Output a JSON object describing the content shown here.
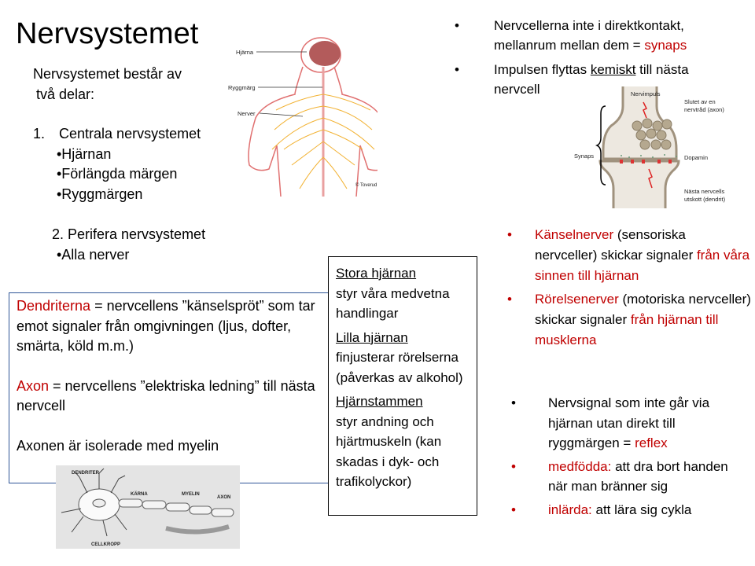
{
  "title": "Nervsystemet",
  "intro": {
    "line1": "Nervsystemet består av",
    "line2": "två delar:",
    "central_number": "1.",
    "central_label": "Centrala nervsystemet",
    "central_items": [
      "•Hjärnan",
      "•Förlängda märgen",
      "•Ryggmärgen"
    ],
    "peripheral_label": "2. Perifera nervsystemet",
    "peripheral_items": [
      "•Alla nerver"
    ]
  },
  "body_figure": {
    "labels": [
      "Hjärna",
      "Ryggmärg",
      "Nerver"
    ],
    "credit": "© Toverud"
  },
  "synapse_text": {
    "b1_pre": "Nervcellerna  inte i direktkontakt, mellanrum mellan dem = ",
    "b1_red": "synaps",
    "b2_pre": "Impulsen flyttas ",
    "b2_u": "kemiskt",
    "b2_post": " till nästa nervcell"
  },
  "synapse_figure": {
    "labels": [
      "Nervimpuls",
      "Slutet av en",
      "nervtråd (axon)",
      "Synaps",
      "Dopamin",
      "Nästa nervcells",
      "utskott (dendrit)"
    ]
  },
  "neuron_box": {
    "dendrite_red": "Dendriterna",
    "dendrite_text": " = nervcellens ”känselspröt” som tar emot signaler från omgivningen (ljus, dofter, smärta, köld m.m.)",
    "axon_red": "Axon",
    "axon_text": " = nervcellens ”elektriska ledning” till nästa nervcell",
    "myelin_text": "Axonen är isolerade med myelin"
  },
  "neuron_figure": {
    "labels": [
      "DENDRITER",
      "KÄRNA",
      "MYELIN",
      "AXON",
      "CELLKROPP"
    ]
  },
  "brain_box": {
    "s1_title": "Stora hjärnan",
    "s1_text": "styr våra medvetna handlingar",
    "s2_title": "Lilla hjärnan",
    "s2_text": "finjusterar rörelserna (påverkas av alkohol)",
    "s3_title": "Hjärnstammen",
    "s3_text": "styr andning och hjärtmuskeln (kan skadas i dyk- och trafikolyckor)"
  },
  "nerves": {
    "n1_red": "Känselnerver",
    "n1_mid": "  (sensoriska nervceller)  skickar signaler ",
    "n1_red2": "från våra sinnen till hjärnan",
    "n2_red": "Rörelsenerver",
    "n2_mid": "  (motoriska nervceller)  skickar signaler ",
    "n2_red2": "från hjärnan till musklerna"
  },
  "reflex": {
    "r1_pre": "Nervsignal som inte går via hjärnan utan direkt till ryggmärgen = ",
    "r1_red": "reflex",
    "r2_red": "medfödda:",
    "r2_text": " att dra bort handen när man bränner sig",
    "r3_red": "inlärda:",
    "r3_text": " att lära sig cykla"
  },
  "bullet": "•",
  "colors": {
    "red": "#c00000",
    "box_blue": "#2f5597",
    "nerve_yellow": "#f2b233"
  }
}
